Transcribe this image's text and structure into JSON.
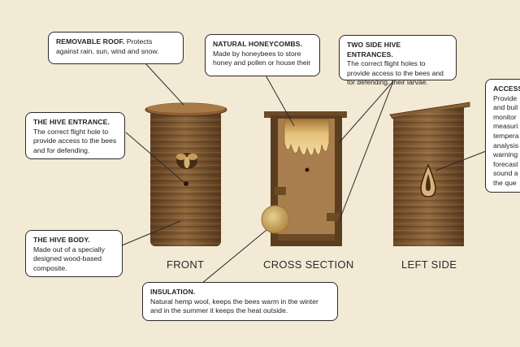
{
  "callouts": {
    "roof": {
      "title": "REMOVABLE ROOF.",
      "text": " Protects against rain,  sun, wind and snow."
    },
    "honeycombs": {
      "title": "NATURAL HONEYCOMBS.",
      "text": "Made by honeybees to store honey and pollen or house their"
    },
    "side_entrances": {
      "title": "TWO SIDE HIVE ENTRANCES.",
      "text": "The correct flight holes to provide access to the bees and for defending. their larvae."
    },
    "access": {
      "title": "ACCESS",
      "text": "Provide and buil monitor measuri tempera analysis warning forecast sound a the que"
    },
    "entrance": {
      "title": "THE HIVE ENTRANCE.",
      "text": "The correct flight hole to provide access to the bees and for defending."
    },
    "body": {
      "title": "THE HIVE BODY.",
      "text": "Made out of a specially designed wood-based composite."
    },
    "insulation": {
      "title": "INSULATION.",
      "text": "Natural hemp wool, keeps the bees warm in the winter and in the summer it keeps the heat outside."
    }
  },
  "views": {
    "front": "FRONT",
    "cross": "CROSS SECTION",
    "left": "LEFT SIDE"
  },
  "colors": {
    "background": "#f3ead5",
    "wood_dark": "#6e4a28",
    "wood_mid": "#8a6238",
    "wood_light": "#a47a4c",
    "comb": "#e7c07a"
  }
}
